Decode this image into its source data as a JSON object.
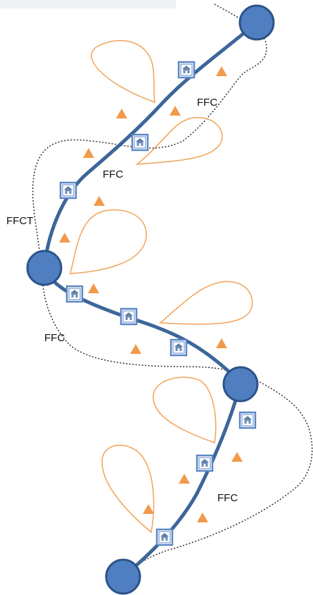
{
  "colors": {
    "route": "#3d6699",
    "node_fill": "#4f7fc1",
    "node_stroke": "#2c5388",
    "triangle": "#f29a4b",
    "loop": "#f0a35a",
    "dotted": "#222222",
    "house_box": "#5a86c5"
  },
  "icons": {
    "house": "house-icon",
    "triangle": "triangle-marker"
  },
  "labels": {
    "ffc_top": "FFC",
    "ffc_mid": "FFC",
    "ffct": "FFCT",
    "ffc_lower": "FFC",
    "ffc_bottom": "FFC"
  }
}
